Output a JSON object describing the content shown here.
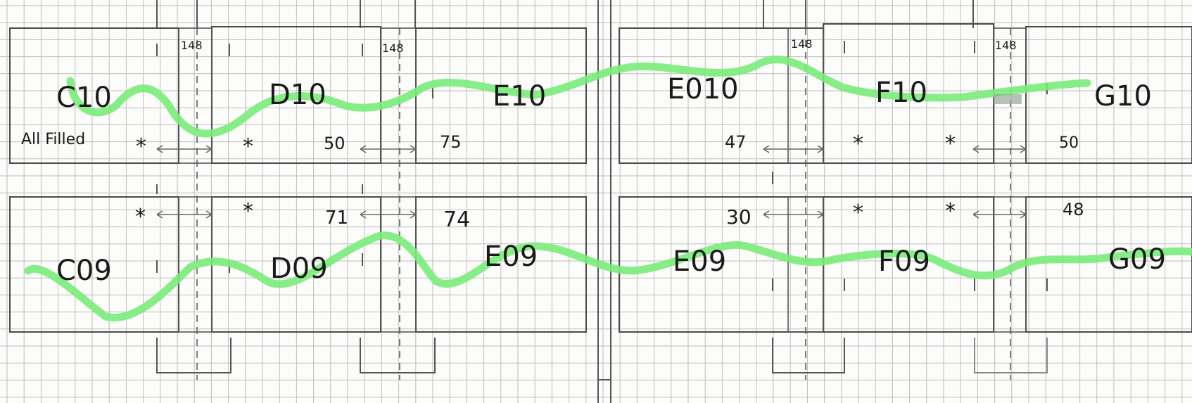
{
  "sheet": {
    "gap_label": "148",
    "top_row": {
      "bays": [
        {
          "label": "C10"
        },
        {
          "label": "D10"
        },
        {
          "label": "E10"
        },
        {
          "label": "E010"
        },
        {
          "label": "F10"
        },
        {
          "label": "G10"
        }
      ],
      "note": "All Filled",
      "dims": [
        "*",
        "*",
        "50",
        "75",
        "47",
        "*",
        "*",
        "50"
      ]
    },
    "bottom_row": {
      "bays": [
        {
          "label": "C09"
        },
        {
          "label": "D09"
        },
        {
          "label": "E09"
        },
        {
          "label": "E09"
        },
        {
          "label": "F09"
        },
        {
          "label": "G09"
        }
      ],
      "dims": [
        "*",
        "*",
        "71",
        "74",
        "30",
        "*",
        "*",
        "48"
      ]
    },
    "colors": {
      "grid": "#bdbdbd",
      "ink": "#1a1a1a",
      "highlight": "#7aec7a"
    }
  }
}
